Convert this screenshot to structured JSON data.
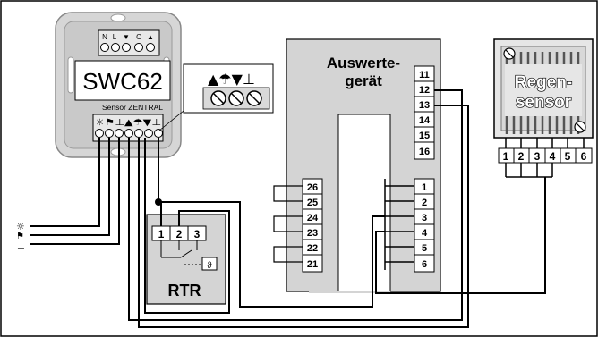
{
  "swc": {
    "title": "SWC62",
    "subtitle": "Sensor ZENTRAL",
    "top_terminals": [
      "N",
      "L",
      "▼",
      "C",
      "▲"
    ],
    "bottom_symbols": "☼⚑⊥▲☂▼⊥",
    "callout_symbols": "▲☂▼⊥"
  },
  "auswerte": {
    "title_line1": "Auswerte-",
    "title_line2": "gerät",
    "right_top_terminals": [
      "11",
      "12",
      "13",
      "14",
      "15",
      "16"
    ],
    "right_bottom_terminals": [
      "1",
      "2",
      "3",
      "4",
      "5",
      "6"
    ],
    "left_terminals": [
      "26",
      "25",
      "24",
      "23",
      "22",
      "21"
    ]
  },
  "rtr": {
    "label": "RTR",
    "terminals": [
      "1",
      "2",
      "3"
    ],
    "symbol": "ϑ"
  },
  "regensensor": {
    "label_line1": "Regen-",
    "label_line2": "sensor",
    "terminals": [
      "1",
      "2",
      "3",
      "4",
      "5",
      "6"
    ]
  },
  "left_inputs": {
    "sun": "☼",
    "wind": "⚑",
    "ground": "⊥"
  },
  "colors": {
    "panel_gray": "#cfcfcf",
    "frame_gray": "#b8b8b8",
    "line": "#000000",
    "background": "#ffffff"
  }
}
